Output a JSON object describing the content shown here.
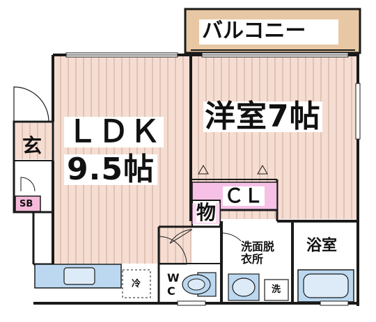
{
  "floorplan": {
    "balcony": "バルコニー",
    "ldk": {
      "name": "ＬＤＫ",
      "size": "9.5帖"
    },
    "western_room": "洋室7帖",
    "entrance": "玄",
    "shoe_box": "SB",
    "closet": "ＣＬ",
    "storage": "物",
    "washroom": "洗面脱\n衣所",
    "bathroom": "浴室",
    "toilet": "W\nC",
    "fridge": "冷",
    "washer": "洗"
  },
  "colors": {
    "wall": "#1a1a1a",
    "floor_wood": "#f6ddd2",
    "floor_stripe": "#c9a79a",
    "balcony": "#e8c8a4",
    "closet": "#f7c0e6",
    "fixture": "#bcd8f0",
    "shoe_box": "#f6b9da"
  },
  "icons": [
    "door-swing-icon",
    "window-icon",
    "sink-icon",
    "bathtub-icon",
    "toilet-icon"
  ]
}
